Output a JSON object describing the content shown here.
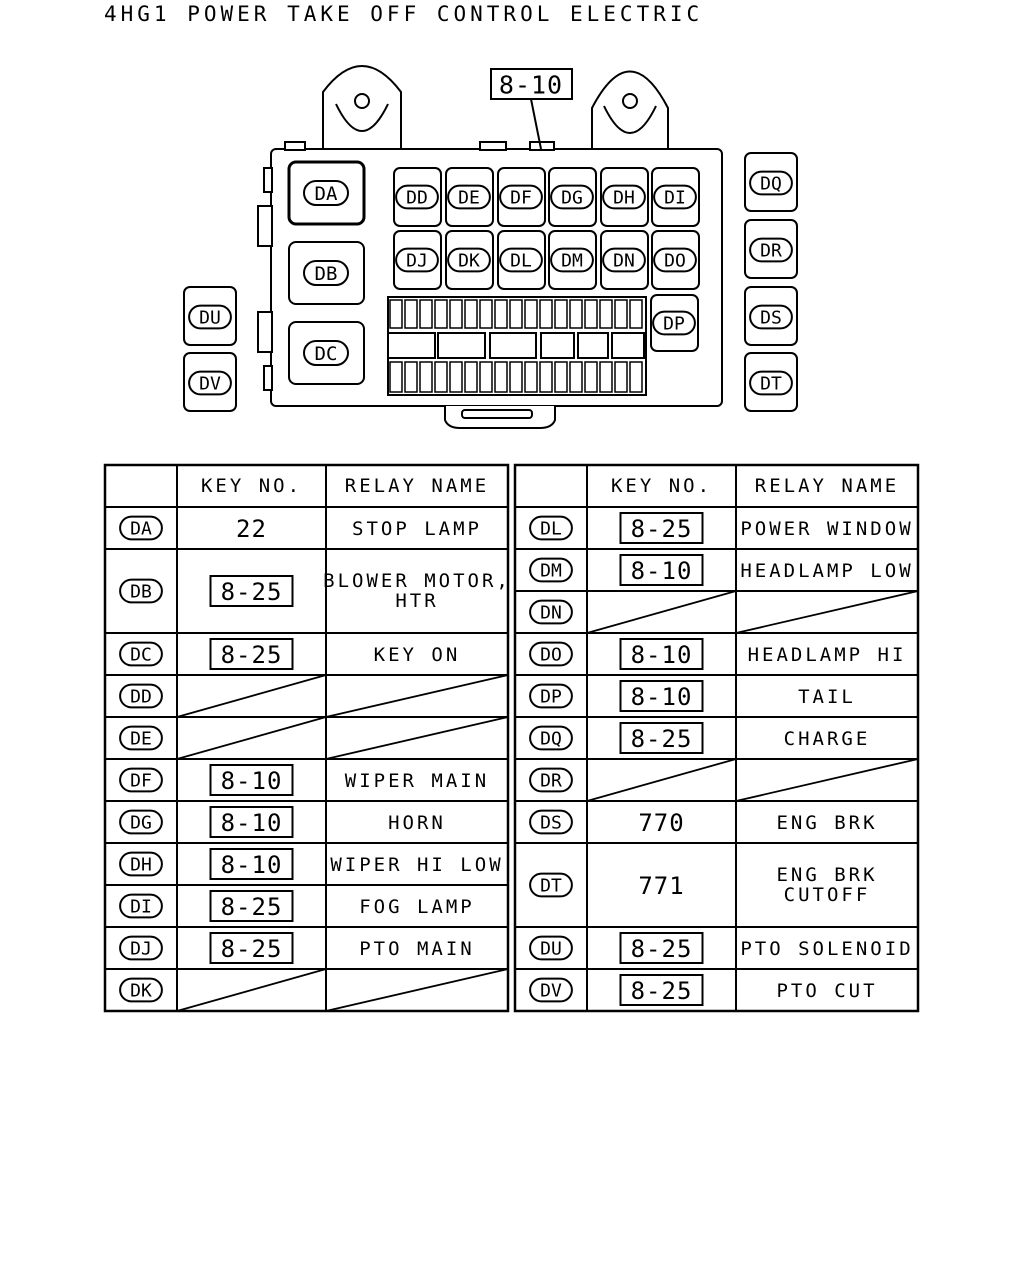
{
  "title": "4HG1 POWER TAKE OFF CONTROL ELECTRIC",
  "diagram": {
    "box_key": "8-10",
    "fuse_row1": [
      "DD",
      "DE",
      "DF",
      "DG",
      "DH",
      "DI"
    ],
    "fuse_row2": [
      "DJ",
      "DK",
      "DL",
      "DM",
      "DN",
      "DO"
    ],
    "relay_large": [
      "DA",
      "DB",
      "DC"
    ],
    "relay_right": [
      "DQ",
      "DR",
      "DS",
      "DT"
    ],
    "relay_left": [
      "DU",
      "DV"
    ],
    "relay_dp": "DP"
  },
  "table": {
    "headers": {
      "key": "KEY NO.",
      "relay": "RELAY NAME"
    },
    "left": [
      {
        "id": "DA",
        "key": "22",
        "boxed": false,
        "name": "STOP LAMP",
        "empty": false,
        "span": 1
      },
      {
        "id": "DB",
        "key": "8-25",
        "boxed": true,
        "name": "BLOWER MOTOR,\nHTR",
        "empty": false,
        "span": 2
      },
      {
        "id": "DC",
        "key": "8-25",
        "boxed": true,
        "name": "KEY ON",
        "empty": false,
        "span": 1
      },
      {
        "id": "DD",
        "key": "",
        "boxed": false,
        "name": "",
        "empty": true,
        "span": 1
      },
      {
        "id": "DE",
        "key": "",
        "boxed": false,
        "name": "",
        "empty": true,
        "span": 1
      },
      {
        "id": "DF",
        "key": "8-10",
        "boxed": true,
        "name": "WIPER MAIN",
        "empty": false,
        "span": 1
      },
      {
        "id": "DG",
        "key": "8-10",
        "boxed": true,
        "name": "HORN",
        "empty": false,
        "span": 1
      },
      {
        "id": "DH",
        "key": "8-10",
        "boxed": true,
        "name": "WIPER HI LOW",
        "empty": false,
        "span": 1
      },
      {
        "id": "DI",
        "key": "8-25",
        "boxed": true,
        "name": "FOG LAMP",
        "empty": false,
        "span": 1
      },
      {
        "id": "DJ",
        "key": "8-25",
        "boxed": true,
        "name": "PTO MAIN",
        "empty": false,
        "span": 1
      },
      {
        "id": "DK",
        "key": "",
        "boxed": false,
        "name": "",
        "empty": true,
        "span": 1
      }
    ],
    "right": [
      {
        "id": "DL",
        "key": "8-25",
        "boxed": true,
        "name": "POWER WINDOW",
        "empty": false,
        "span": 1
      },
      {
        "id": "DM",
        "key": "8-10",
        "boxed": true,
        "name": "HEADLAMP LOW",
        "empty": false,
        "span": 1
      },
      {
        "id": "DN",
        "key": "",
        "boxed": false,
        "name": "",
        "empty": true,
        "span": 1
      },
      {
        "id": "DO",
        "key": "8-10",
        "boxed": true,
        "name": "HEADLAMP HI",
        "empty": false,
        "span": 1
      },
      {
        "id": "DP",
        "key": "8-10",
        "boxed": true,
        "name": "TAIL",
        "empty": false,
        "span": 1
      },
      {
        "id": "DQ",
        "key": "8-25",
        "boxed": true,
        "name": "CHARGE",
        "empty": false,
        "span": 1
      },
      {
        "id": "DR",
        "key": "",
        "boxed": false,
        "name": "",
        "empty": true,
        "span": 1
      },
      {
        "id": "DS",
        "key": "770",
        "boxed": false,
        "name": "ENG BRK",
        "empty": false,
        "span": 1
      },
      {
        "id": "DT",
        "key": "771",
        "boxed": false,
        "name": "ENG BRK\nCUTOFF",
        "empty": false,
        "span": 2
      },
      {
        "id": "DU",
        "key": "8-25",
        "boxed": true,
        "name": "PTO SOLENOID",
        "empty": false,
        "span": 1
      },
      {
        "id": "DV",
        "key": "8-25",
        "boxed": true,
        "name": "PTO CUT",
        "empty": false,
        "span": 1
      }
    ]
  }
}
